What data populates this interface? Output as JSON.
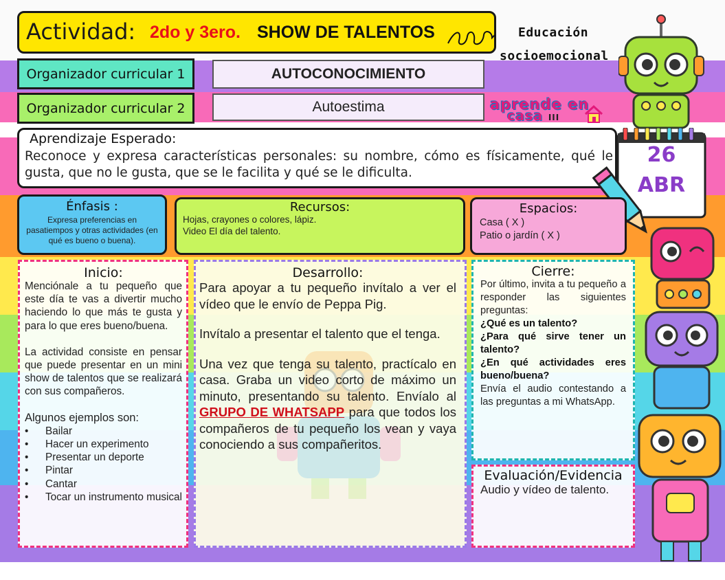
{
  "header": {
    "label": "Actividad:",
    "grade": "2do y 3ero.",
    "activity_name": "SHOW DE TALENTOS"
  },
  "area": {
    "line1": "Educación",
    "line2": "socioemocional"
  },
  "organizers": [
    {
      "label": "Organizador curricular 1",
      "value": "AUTOCONOCIMIENTO"
    },
    {
      "label": "Organizador curricular 2",
      "value": "Autoestima"
    }
  ],
  "program_logo": {
    "line1": "aprende en",
    "line2": "casa",
    "numeral": "III"
  },
  "aprendizaje": {
    "title": "Aprendizaje Esperado:",
    "text": "Reconoce y expresa características personales: su nombre, cómo es físicamente, qué le gusta, que no le gusta, que se le facilita y qué se le dificulta."
  },
  "calendar": {
    "day": "26",
    "month": "ABR"
  },
  "enfasis": {
    "title": "Énfasis :",
    "text": "Expresa preferencias en pasatiempos y otras actividades (en qué es bueno o buena)."
  },
  "recursos": {
    "title": "Recursos:",
    "lines": [
      "Hojas, crayones o colores, lápiz.",
      "Video El día del talento."
    ]
  },
  "espacios": {
    "title": "Espacios:",
    "lines": [
      "Casa ( X )",
      "Patio o jardín ( X )"
    ]
  },
  "inicio": {
    "title": "Inicio:",
    "p1": "Menciónale a tu pequeño que este día te vas a divertir mucho haciendo lo que más te gusta y para lo que eres bueno/buena.",
    "p2": "La actividad consiste en pensar que puede presentar en un mini show de talentos que se realizará con sus compañeros.",
    "examples_title": "Algunos ejemplos son:",
    "bullet": "•",
    "examples": [
      "Bailar",
      "Hacer un experimento",
      "Presentar un deporte",
      "Pintar",
      "Cantar",
      "Tocar un instrumento musical"
    ]
  },
  "desarrollo": {
    "title": "Desarrollo:",
    "p1": "Para apoyar a tu pequeño invítalo a ver el vídeo que le envío de Peppa Pig.",
    "p2": "Invítalo a presentar el talento que el tenga.",
    "p3_before": "Una vez que tenga su talento, practícalo en casa. Graba un video corto de máximo un minuto, presentando su talento. Envíalo al ",
    "p3_link": "GRUPO DE WHATSAPP",
    "p3_after": " para que todos los compañeros de tu pequeño los vean y vaya conociendo a sus compañeritos."
  },
  "cierre": {
    "title": "Cierre:",
    "intro": "Por último, invita a tu pequeño a responder las siguientes preguntas:",
    "questions": [
      "¿Qué es un talento?",
      "¿Para qué sirve tener un talento?",
      "¿En qué actividades eres bueno/buena?"
    ],
    "closing": "Envía el audio contestando a las preguntas a mi WhatsApp."
  },
  "evaluacion": {
    "title": "Evaluación/Evidencia",
    "text": "Audio y vídeo de talento."
  },
  "colors": {
    "title_bg": "#ffe600",
    "org1_bg": "#5fe6c4",
    "org2_bg": "#a8f06a",
    "enfasis_bg": "#5cc8f2",
    "recursos_bg": "#c7f55d",
    "espacios_bg": "#f7a8d9",
    "inicio_border": "#f0317f",
    "desarrollo_border": "#9a79e8",
    "cierre_border": "#1fb5b0",
    "evaluacion_border": "#f0317f",
    "link": "#d0101b"
  }
}
